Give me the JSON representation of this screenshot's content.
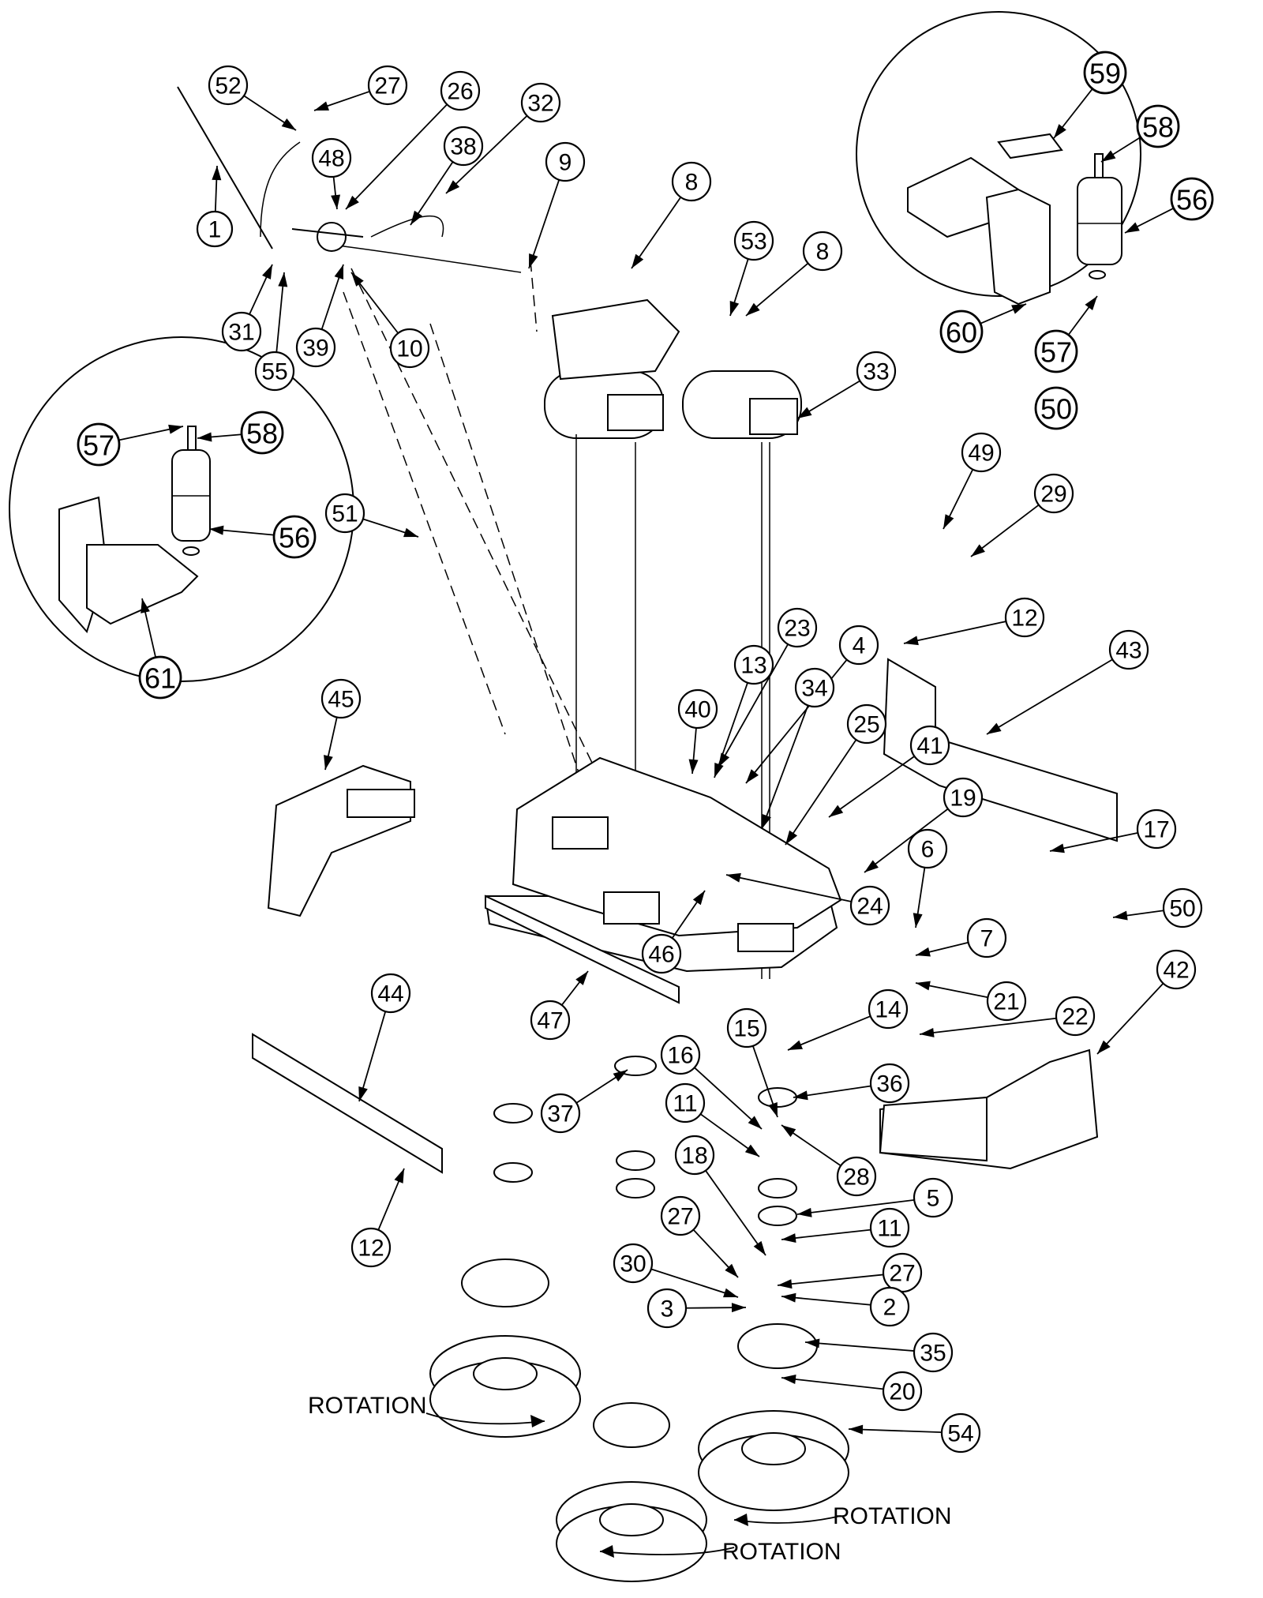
{
  "rotation_labels": [
    "ROTATION",
    "ROTATION",
    "ROTATION"
  ],
  "callouts": [
    {
      "id": "c1",
      "n": "1"
    },
    {
      "id": "c52",
      "n": "52"
    },
    {
      "id": "c27a",
      "n": "27"
    },
    {
      "id": "c26",
      "n": "26"
    },
    {
      "id": "c32",
      "n": "32"
    },
    {
      "id": "c48",
      "n": "48"
    },
    {
      "id": "c38",
      "n": "38"
    },
    {
      "id": "c9",
      "n": "9"
    },
    {
      "id": "c8a",
      "n": "8"
    },
    {
      "id": "c53",
      "n": "53"
    },
    {
      "id": "c8b",
      "n": "8"
    },
    {
      "id": "c31",
      "n": "31"
    },
    {
      "id": "c55",
      "n": "55"
    },
    {
      "id": "c39",
      "n": "39"
    },
    {
      "id": "c10",
      "n": "10"
    },
    {
      "id": "c33",
      "n": "33"
    },
    {
      "id": "c59",
      "n": "59"
    },
    {
      "id": "c58a",
      "n": "58"
    },
    {
      "id": "c56a",
      "n": "56"
    },
    {
      "id": "c60",
      "n": "60"
    },
    {
      "id": "c57a",
      "n": "57"
    },
    {
      "id": "c50a",
      "n": "50"
    },
    {
      "id": "c57b",
      "n": "57"
    },
    {
      "id": "c58b",
      "n": "58"
    },
    {
      "id": "c56b",
      "n": "56"
    },
    {
      "id": "c61",
      "n": "61"
    },
    {
      "id": "c51",
      "n": "51"
    },
    {
      "id": "c49",
      "n": "49"
    },
    {
      "id": "c29",
      "n": "29"
    },
    {
      "id": "c12a",
      "n": "12"
    },
    {
      "id": "c43",
      "n": "43"
    },
    {
      "id": "c40",
      "n": "40"
    },
    {
      "id": "c23",
      "n": "23"
    },
    {
      "id": "c4",
      "n": "4"
    },
    {
      "id": "c13",
      "n": "13"
    },
    {
      "id": "c34",
      "n": "34"
    },
    {
      "id": "c25",
      "n": "25"
    },
    {
      "id": "c41",
      "n": "41"
    },
    {
      "id": "c19",
      "n": "19"
    },
    {
      "id": "c45",
      "n": "45"
    },
    {
      "id": "c17",
      "n": "17"
    },
    {
      "id": "c6",
      "n": "6"
    },
    {
      "id": "c50b",
      "n": "50"
    },
    {
      "id": "c24",
      "n": "24"
    },
    {
      "id": "c7",
      "n": "7"
    },
    {
      "id": "c46",
      "n": "46"
    },
    {
      "id": "c42",
      "n": "42"
    },
    {
      "id": "c21",
      "n": "21"
    },
    {
      "id": "c44",
      "n": "44"
    },
    {
      "id": "c47",
      "n": "47"
    },
    {
      "id": "c14",
      "n": "14"
    },
    {
      "id": "c22",
      "n": "22"
    },
    {
      "id": "c15",
      "n": "15"
    },
    {
      "id": "c16",
      "n": "16"
    },
    {
      "id": "c37",
      "n": "37"
    },
    {
      "id": "c36",
      "n": "36"
    },
    {
      "id": "c11a",
      "n": "11"
    },
    {
      "id": "c28",
      "n": "28"
    },
    {
      "id": "c18",
      "n": "18"
    },
    {
      "id": "c5",
      "n": "5"
    },
    {
      "id": "c12b",
      "n": "12"
    },
    {
      "id": "c11b",
      "n": "11"
    },
    {
      "id": "c27b",
      "n": "27"
    },
    {
      "id": "c30",
      "n": "30"
    },
    {
      "id": "c27c",
      "n": "27"
    },
    {
      "id": "c3",
      "n": "3"
    },
    {
      "id": "c2",
      "n": "2"
    },
    {
      "id": "c35",
      "n": "35"
    },
    {
      "id": "c20",
      "n": "20"
    },
    {
      "id": "c54",
      "n": "54"
    }
  ]
}
